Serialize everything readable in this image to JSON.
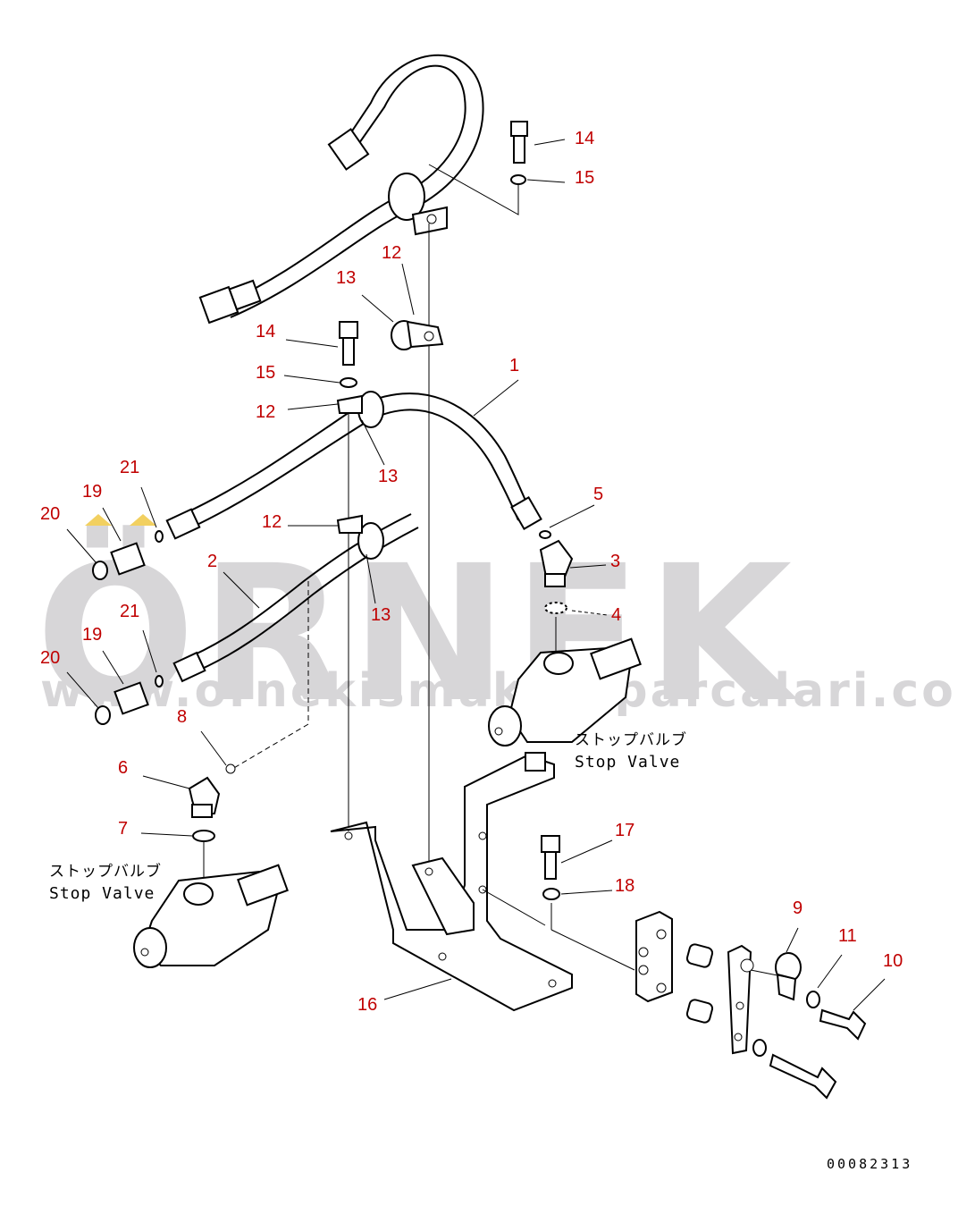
{
  "watermark": {
    "brand": "ÖRNEK",
    "url": "www.ornekismakinaparcalari.com.tr"
  },
  "labels": {
    "stop_valve_jp": "ストップバルブ",
    "stop_valve_en": "Stop Valve"
  },
  "callouts": [
    {
      "id": "c14a",
      "text": "14"
    },
    {
      "id": "c15a",
      "text": "15"
    },
    {
      "id": "c12a",
      "text": "12"
    },
    {
      "id": "c13a",
      "text": "13"
    },
    {
      "id": "c14b",
      "text": "14"
    },
    {
      "id": "c15b",
      "text": "15"
    },
    {
      "id": "c1",
      "text": "1"
    },
    {
      "id": "c12b",
      "text": "12"
    },
    {
      "id": "c13b",
      "text": "13"
    },
    {
      "id": "c21a",
      "text": "21"
    },
    {
      "id": "c19a",
      "text": "19"
    },
    {
      "id": "c20a",
      "text": "20"
    },
    {
      "id": "c5",
      "text": "5"
    },
    {
      "id": "c12c",
      "text": "12"
    },
    {
      "id": "c3",
      "text": "3"
    },
    {
      "id": "c2",
      "text": "2"
    },
    {
      "id": "c4",
      "text": "4"
    },
    {
      "id": "c13c",
      "text": "13"
    },
    {
      "id": "c21b",
      "text": "21"
    },
    {
      "id": "c19b",
      "text": "19"
    },
    {
      "id": "c20b",
      "text": "20"
    },
    {
      "id": "c8",
      "text": "8"
    },
    {
      "id": "c6",
      "text": "6"
    },
    {
      "id": "c7",
      "text": "7"
    },
    {
      "id": "c17",
      "text": "17"
    },
    {
      "id": "c18",
      "text": "18"
    },
    {
      "id": "c9",
      "text": "9"
    },
    {
      "id": "c11",
      "text": "11"
    },
    {
      "id": "c10",
      "text": "10"
    },
    {
      "id": "c16",
      "text": "16"
    }
  ],
  "drawing_number": "00082313"
}
